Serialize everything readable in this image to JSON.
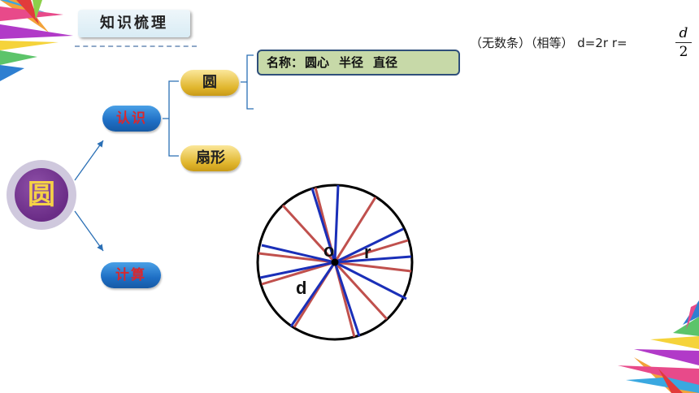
{
  "header": {
    "title": "知识梳理"
  },
  "mindmap": {
    "root": "圆",
    "branch_recognize": "认识",
    "branch_calculate": "计算",
    "node_circle": "圆",
    "node_sector": "扇形",
    "names_label": "名称：",
    "names_items": [
      "圆心",
      "半径",
      "直径"
    ],
    "formula_text": "（无数条）（相等） d=2r   r=",
    "fraction_numerator": "d",
    "fraction_denominator": "2"
  },
  "diagram": {
    "center_label": "o",
    "radius_label": "r",
    "diameter_label": "d"
  },
  "colors": {
    "radius_line": "#1a2fb8",
    "diameter_line": "#c0504d",
    "pill_gold": "#e0b52c",
    "pill_blue": "#1e6ec4",
    "root_purple": "#6a2c86"
  }
}
